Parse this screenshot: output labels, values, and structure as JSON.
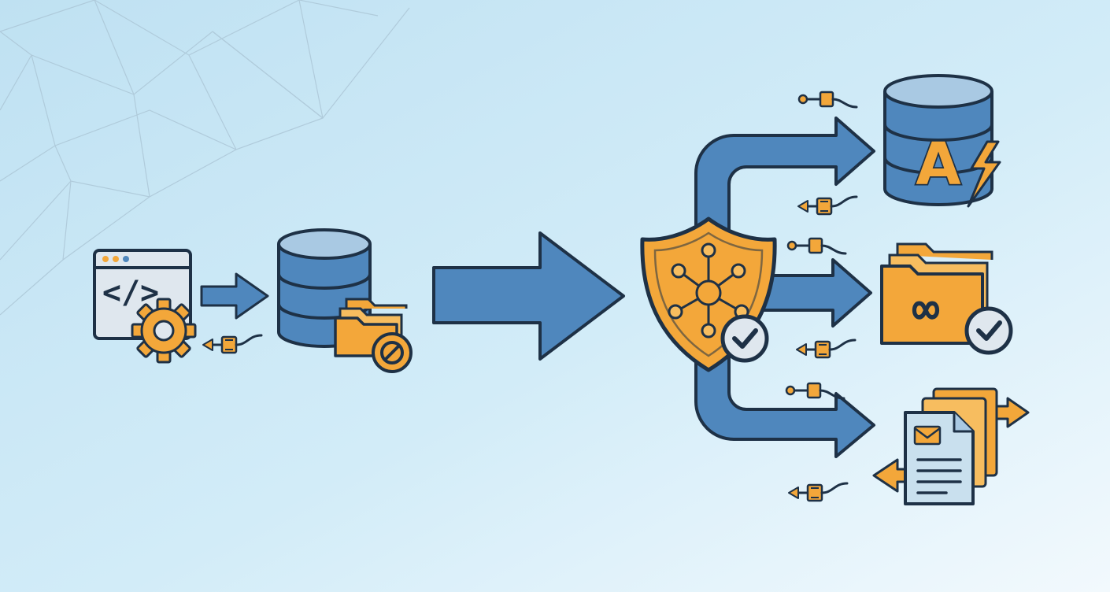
{
  "diagram": {
    "source": {
      "code_window": {
        "glyph": "</>"
      },
      "database": {},
      "folder_blocked": {}
    },
    "gateway": {
      "shield": {},
      "check_badge": {}
    },
    "targets": [
      {
        "id": "ai-database",
        "letter": "A"
      },
      {
        "id": "shared-folder",
        "glyph": "∞"
      },
      {
        "id": "documents"
      }
    ]
  },
  "colors": {
    "background_start": "#c2e3f3",
    "background_end": "#eef7fc",
    "primary_blue": "#4f87bd",
    "accent_orange": "#f3a73a",
    "outline": "#1e3146",
    "light_gray": "#dfe7ee",
    "page_blue": "#c9e0ee"
  },
  "icons": [
    "code-window-icon",
    "gear-icon",
    "database-icon",
    "folder-icon",
    "blocked-icon",
    "shield-icon",
    "network-icon",
    "checkmark-icon",
    "lightning-icon",
    "infinity-icon",
    "document-icon",
    "envelope-icon",
    "connector-plug-icon",
    "arrow-icon"
  ]
}
